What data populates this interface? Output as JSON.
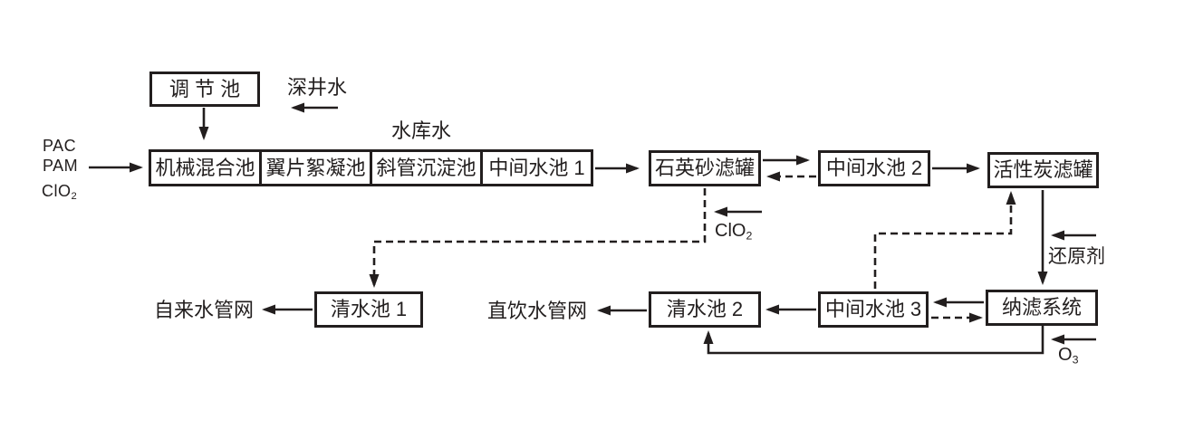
{
  "figure": {
    "type": "water-treatment-process-flow-diagram",
    "colors": {
      "ink": "#221e1e",
      "background": "#ffffff"
    }
  },
  "boxes": {
    "regulating_tank": "调 节 池",
    "mechanical_mixing_tank": "机械混合池",
    "vane_flocculation_tank": "翼片絮凝池",
    "inclined_tube_sedimentation_tank": "斜管沉淀池",
    "intermediate_tank_1": "中间水池 1",
    "quartz_sand_filter": "石英砂滤罐",
    "intermediate_tank_2": "中间水池 2",
    "activated_carbon_filter": "活性炭滤罐",
    "clear_water_tank_1": "清水池 1",
    "clear_water_tank_2": "清水池 2",
    "intermediate_tank_3": "中间水池 3",
    "nanofiltration_system": "纳滤系统"
  },
  "labels": {
    "pac": "PAC",
    "pam": "PAM",
    "clo2_feed_left": {
      "text": "ClO",
      "sub": "2"
    },
    "deep_well_water": "深井水",
    "reservoir_water": "水库水",
    "clo2_feed_mid": {
      "text": "ClO",
      "sub": "2"
    },
    "reducing_agent": "还原剂",
    "ozone": {
      "text": "O",
      "sub": "3"
    },
    "tap_water_pipe_network": "自来水管网",
    "direct_drinking_pipe_network": "直饮水管网"
  },
  "connections": [
    {
      "from": "PAC/PAM/ClO2",
      "to": "mechanical_mixing_tank",
      "style": "solid"
    },
    {
      "from": "deep_well_water",
      "to": "regulating_tank",
      "style": "solid"
    },
    {
      "from": "regulating_tank",
      "to": "mechanical_mixing_tank",
      "style": "solid"
    },
    {
      "from": "intermediate_tank_1",
      "to": "quartz_sand_filter",
      "style": "solid"
    },
    {
      "from": "quartz_sand_filter",
      "to": "intermediate_tank_2",
      "style": "solid"
    },
    {
      "from": "intermediate_tank_2",
      "to": "quartz_sand_filter",
      "style": "dashed"
    },
    {
      "from": "intermediate_tank_2",
      "to": "activated_carbon_filter",
      "style": "solid"
    },
    {
      "from": "clo2_feed_mid",
      "to": "quartz_to_clearwater1_line",
      "style": "solid"
    },
    {
      "from": "quartz_sand_filter",
      "to": "clear_water_tank_1",
      "style": "dashed"
    },
    {
      "from": "clear_water_tank_1",
      "to": "tap_water_pipe_network",
      "style": "solid"
    },
    {
      "from": "activated_carbon_filter",
      "to": "nanofiltration_system",
      "style": "solid"
    },
    {
      "from": "reducing_agent",
      "to": "carbon_to_nanofiltration_line",
      "style": "solid"
    },
    {
      "from": "intermediate_tank_3",
      "to": "activated_carbon_filter",
      "style": "dashed"
    },
    {
      "from": "nanofiltration_system",
      "to": "intermediate_tank_3",
      "style": "solid"
    },
    {
      "from": "intermediate_tank_3",
      "to": "nanofiltration_system",
      "style": "dashed"
    },
    {
      "from": "intermediate_tank_3",
      "to": "clear_water_tank_2",
      "style": "solid"
    },
    {
      "from": "nanofiltration_system",
      "to": "clear_water_tank_2",
      "style": "solid"
    },
    {
      "from": "ozone",
      "to": "nanofiltration_to_clearwater2_line",
      "style": "solid"
    },
    {
      "from": "clear_water_tank_2",
      "to": "direct_drinking_pipe_network",
      "style": "solid"
    }
  ]
}
